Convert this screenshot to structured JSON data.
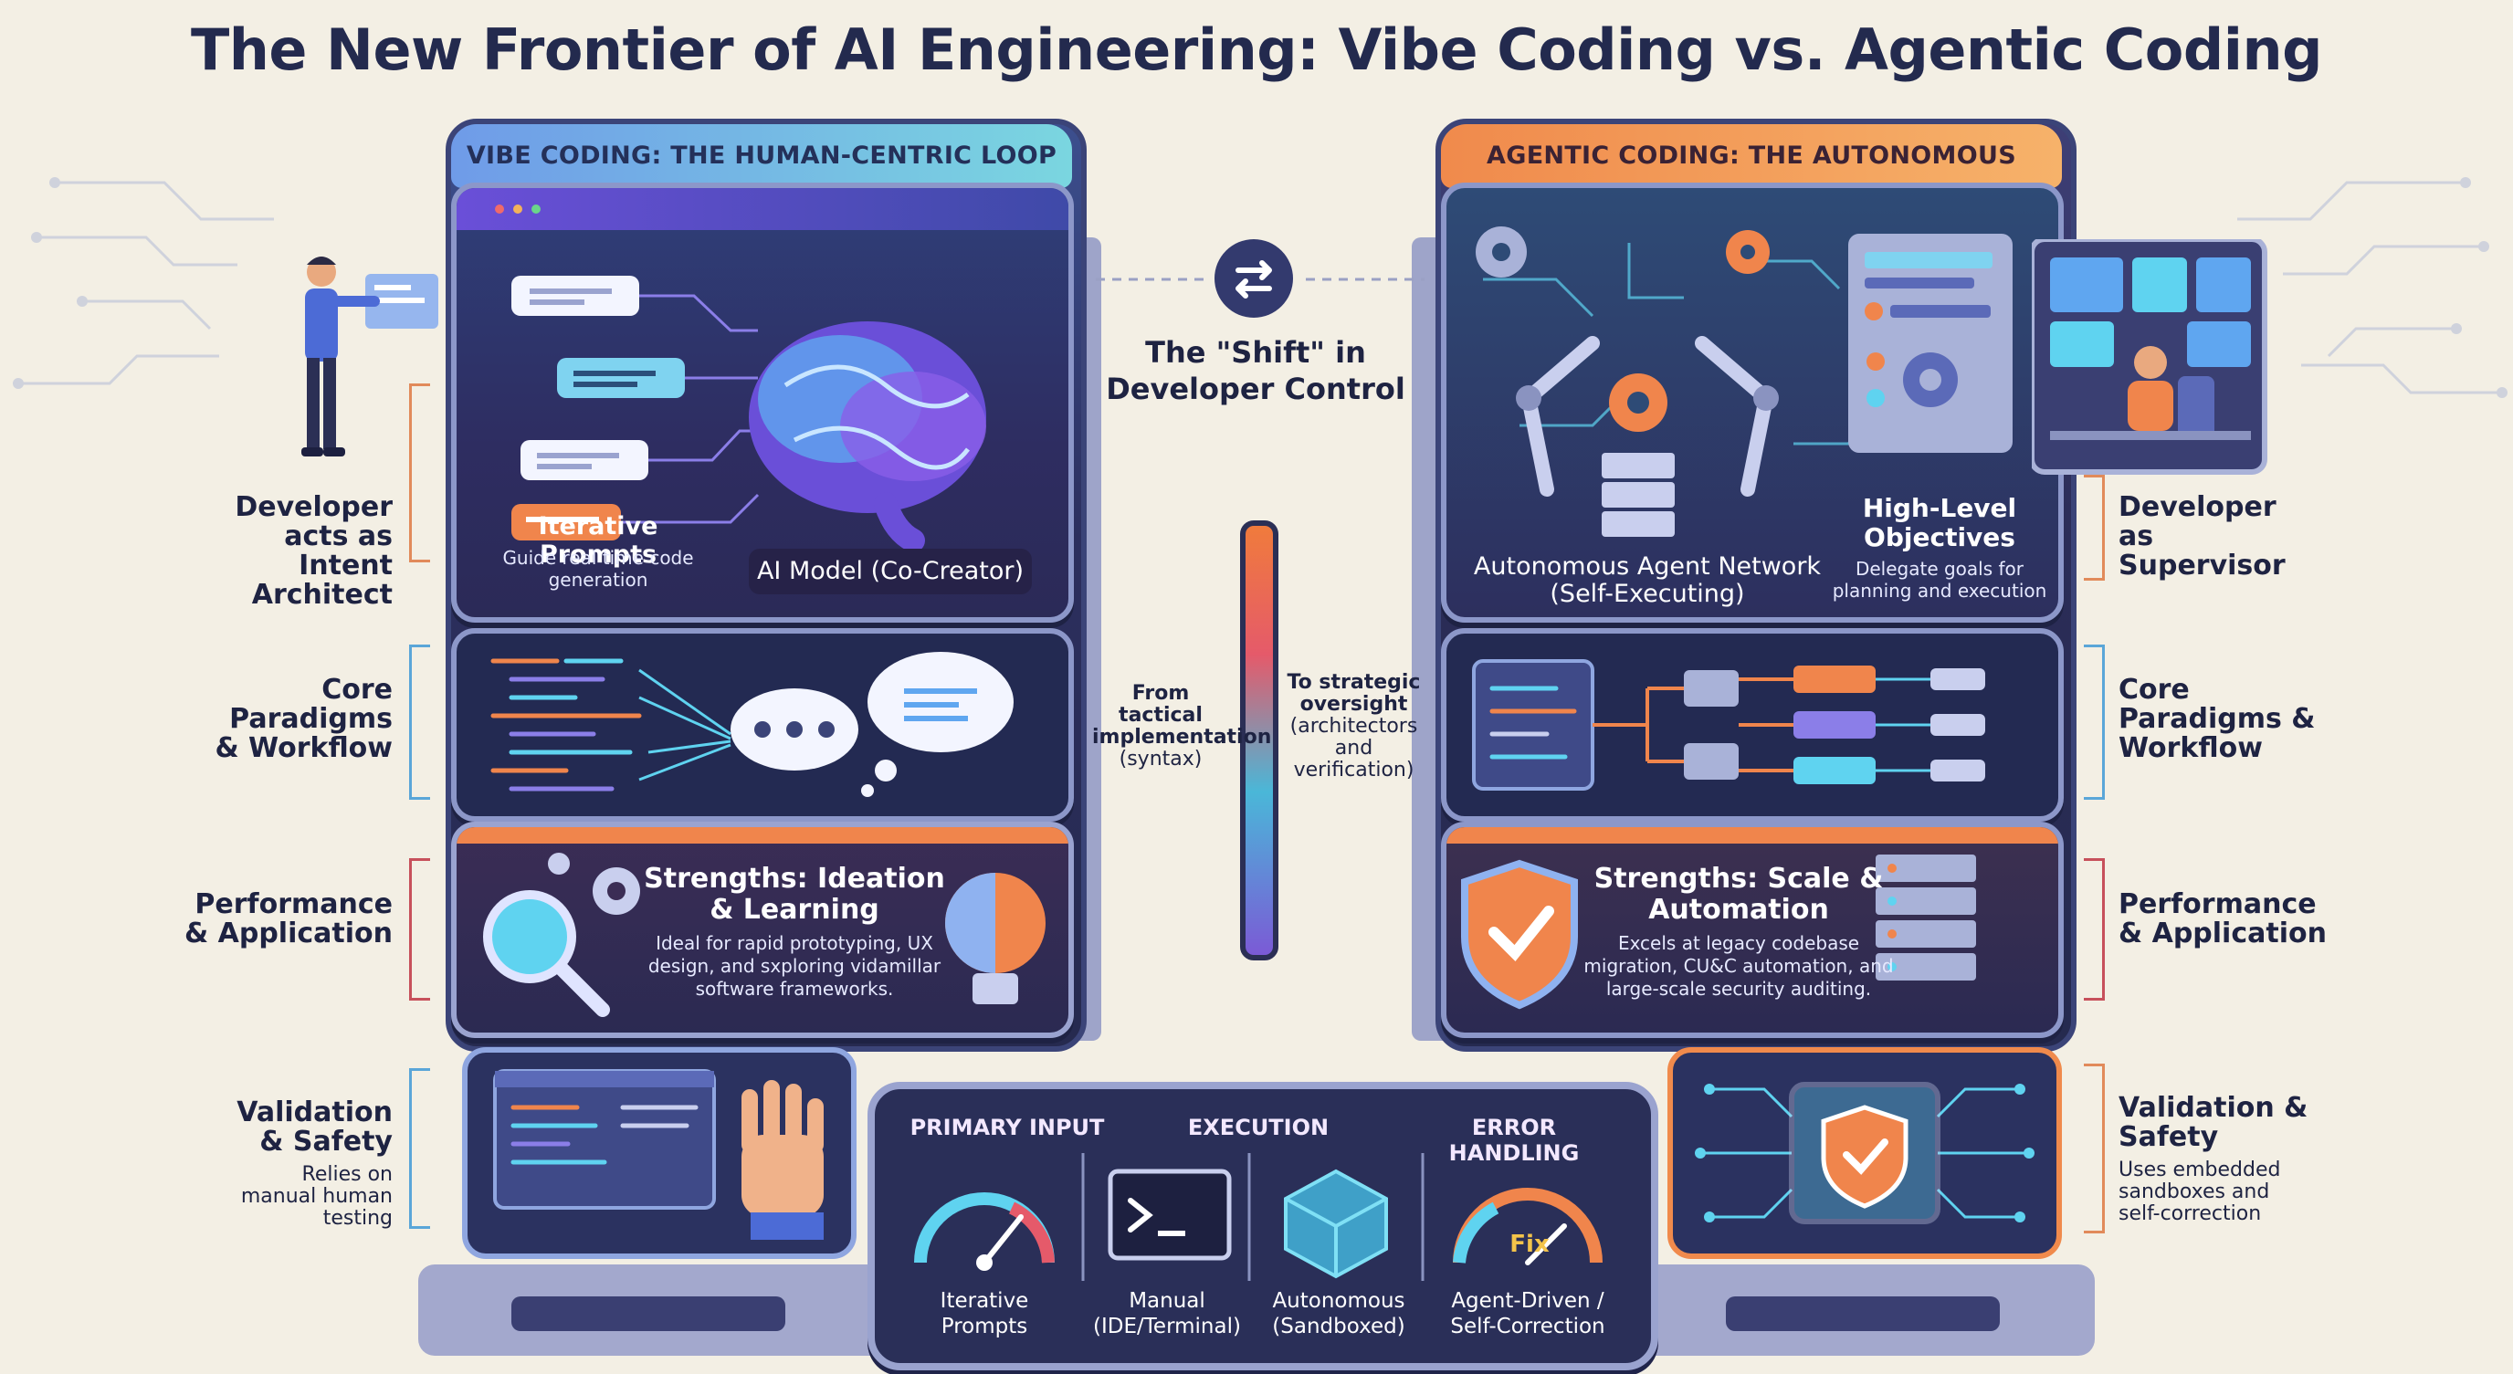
{
  "title": "The New Frontier of AI Engineering: Vibe Coding vs. Agentic Coding",
  "left": {
    "header": "VIBE CODING: THE HUMAN-CENTRIC LOOP",
    "panel1": {
      "prompts_title": "Iterative Prompts",
      "prompts_text": "Guide real time code generation",
      "model_label": "AI Model (Co-Creator)"
    },
    "panel3": {
      "title": "Strengths: Ideation & Learning",
      "text": "Ideal for rapid prototyping, UX design, and sxploring vidamillar software frameworks."
    },
    "side_labels": {
      "developer": "Developer acts as Intent Architect",
      "core": "Core Paradigms & Workflow",
      "performance": "Performance & Application",
      "validation": "Validation & Safety",
      "validation_small": "Relies on manual human testing"
    }
  },
  "right": {
    "header": "AGENTIC CODING: THE AUTONOMOUS PIPELINE",
    "panel1": {
      "network_label": "Autonomous Agent Network (Self-Executing)",
      "objectives_title": "High-Level Objectives",
      "objectives_text": "Delegate goals for planning and execution"
    },
    "panel3": {
      "title": "Strengths: Scale & Automation",
      "text": "Excels at legacy codebase migration, CU&C automation, and large-scale security auditing."
    },
    "side_labels": {
      "developer": "Developer as Supervisor",
      "core": "Core Paradigms & Workflow",
      "performance": "Performance & Application",
      "validation": "Validation & Safety",
      "validation_small": "Uses embedded sandboxes and self-correction"
    }
  },
  "center": {
    "shift_title": "The \"Shift\" in Developer Control",
    "from_bold": "From tactical implementation",
    "from_small": "(syntax)",
    "to_bold": "To strategic oversight",
    "to_small": "(architectors and verification)"
  },
  "bottom": {
    "headers": [
      "PRIMARY INPUT",
      "EXECUTION",
      "ERROR HANDLING"
    ],
    "items": [
      {
        "label": "Iterative Prompts",
        "icon": "gauge-icon"
      },
      {
        "label": "Manual (IDE/Terminal)",
        "icon": "terminal-icon"
      },
      {
        "label": "Autonomous (Sandboxed)",
        "icon": "cube-icon"
      },
      {
        "label": "Agent-Driven / Self-Correction",
        "icon": "gauge-fix-icon"
      }
    ],
    "fix_label": "Fix"
  },
  "colors": {
    "background": "#f3efe4",
    "panel": "#2b2f5c",
    "accent_blue": "#6f9be8",
    "accent_orange": "#f08a4c"
  }
}
